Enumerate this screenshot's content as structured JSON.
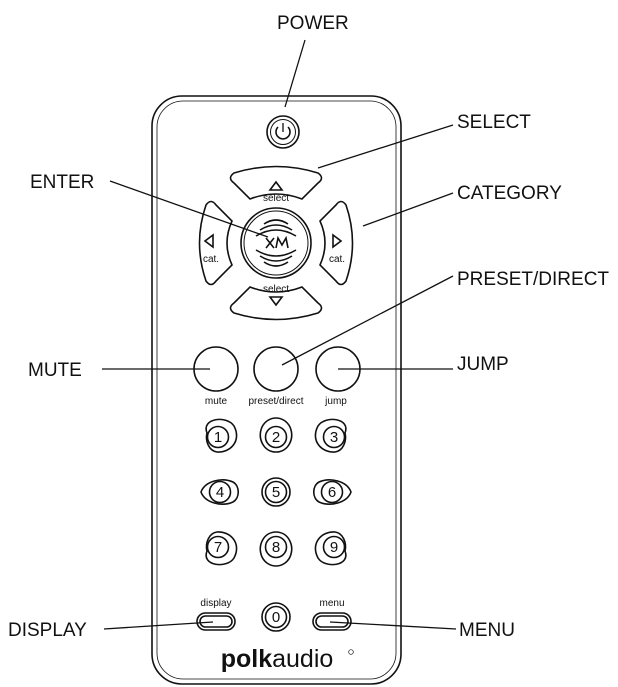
{
  "callouts": {
    "power": "POWER",
    "select": "SELECT",
    "enter": "ENTER",
    "category": "CATEGORY",
    "preset_direct": "PRESET/DIRECT",
    "mute": "MUTE",
    "jump": "JUMP",
    "display": "DISPLAY",
    "menu": "MENU"
  },
  "remote": {
    "dpad": {
      "up_label": "select",
      "down_label": "select",
      "left_label": "cat.",
      "right_label": "cat.",
      "center_icon": "xm-logo-icon"
    },
    "function_labels": {
      "mute": "mute",
      "preset_direct": "preset/direct",
      "jump": "jump",
      "display": "display",
      "menu": "menu"
    },
    "keys": [
      "1",
      "2",
      "3",
      "4",
      "5",
      "6",
      "7",
      "8",
      "9",
      "0"
    ],
    "brand": {
      "bold": "polk",
      "light": "audio"
    }
  }
}
